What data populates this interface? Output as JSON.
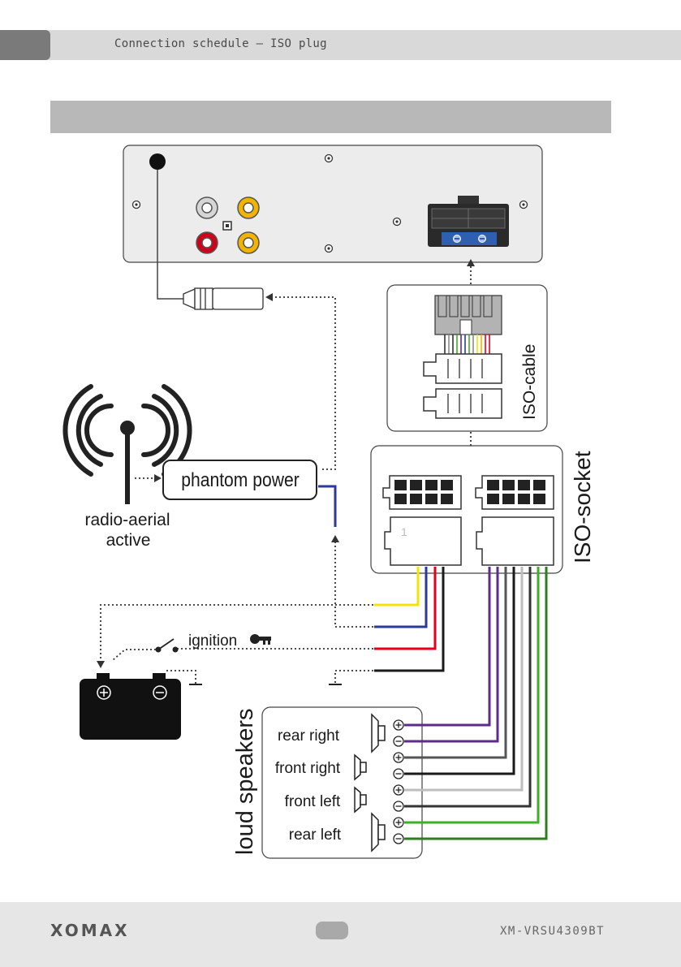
{
  "header": {
    "title": "Connection schedule – ISO plug"
  },
  "diagram": {
    "antenna_label_line1": "radio-aerial",
    "antenna_label_line2": "active",
    "phantom_power": "phantom power",
    "iso_cable": "ISO-cable",
    "iso_socket": "ISO-socket",
    "ignition": "ignition",
    "socket_pin": "1",
    "loud_speakers": "loud speakers",
    "speakers": [
      {
        "label": "rear right"
      },
      {
        "label": "front right"
      },
      {
        "label": "front left"
      },
      {
        "label": "rear left"
      }
    ],
    "wire_colors": {
      "yellow": "#f2e600",
      "blue": "#2b3a99",
      "red": "#e2001a",
      "black": "#1a1a1a",
      "purple": "#5b2c8c",
      "gray": "#8c8c8c",
      "light_gray": "#bdbdbd",
      "green": "#3fae2a"
    }
  },
  "footer": {
    "brand": "XOMAX",
    "model": "XM-VRSU4309BT"
  }
}
